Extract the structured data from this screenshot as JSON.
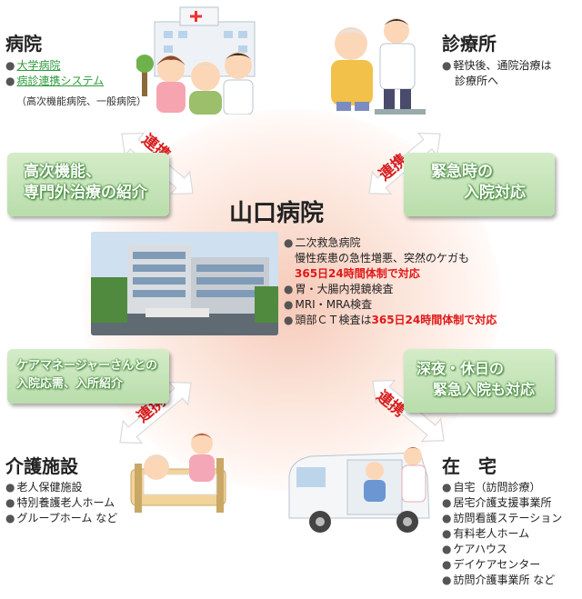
{
  "hospital": {
    "heading": "病院",
    "items": [
      "大学病院",
      "病診連携システム"
    ],
    "note": "（高次機能病院、一般病院）"
  },
  "clinic": {
    "heading": "診療所",
    "items": [
      "軽快後、通院治療は",
      "診療所へ"
    ]
  },
  "left_top_box": [
    "高次機能、",
    "専門外治療の紹介"
  ],
  "right_top_box": [
    "緊急時の",
    "入院対応"
  ],
  "left_bottom_box": [
    "ケアマネージャーさんとの",
    "入院応需、入所紹介"
  ],
  "right_bottom_box": [
    "深夜・休日の",
    "緊急入院も対応"
  ],
  "link_label": "連携",
  "center": {
    "title": "山口病院",
    "items": [
      {
        "line1": "二次救急病院",
        "line2": "慢性疾患の急性増悪、突然のケガも",
        "line3": "365日24時間体制で対応"
      },
      {
        "text": "胃・大腸内視鏡検査"
      },
      {
        "text": "MRI・MRA検査"
      },
      {
        "prefix": "頭部ＣＴ検査は",
        "highlight": "365日24時間体制で対応"
      }
    ]
  },
  "care": {
    "heading": "介護施設",
    "items": [
      "老人保健施設",
      "特別養護老人ホーム",
      "グループホーム など"
    ]
  },
  "home": {
    "heading": "在　宅",
    "items": [
      "自宅（訪問診療）",
      "居宅介護支援事業所",
      "訪問看護ステーション",
      "有料老人ホーム",
      "ケアハウス",
      "デイケアセンター",
      "訪問介護事業所 など"
    ]
  },
  "colors": {
    "accent_green": "#2e9b3a",
    "highlight_red": "#e01818",
    "box_green": "#b9ddab",
    "arrow_fill": "#ffffff"
  }
}
